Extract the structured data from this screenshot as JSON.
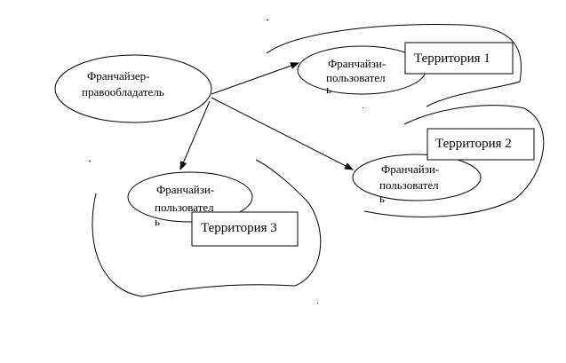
{
  "nodes": {
    "franchisor": {
      "line1": "Франчайзер-",
      "line2": "правообладатель"
    },
    "user1": {
      "line1": "Франчайзи-",
      "line2": "пользовател",
      "line3": "ь"
    },
    "user2": {
      "line1": "Франчайзи-",
      "line2": "пользовател",
      "line3": "ь"
    },
    "user3": {
      "line1": "Франчайзи-",
      "line2": "пользовател",
      "line3": "ь"
    }
  },
  "territories": {
    "t1": "Территория 1",
    "t2": "Территория 2",
    "t3": "Территория 3"
  }
}
